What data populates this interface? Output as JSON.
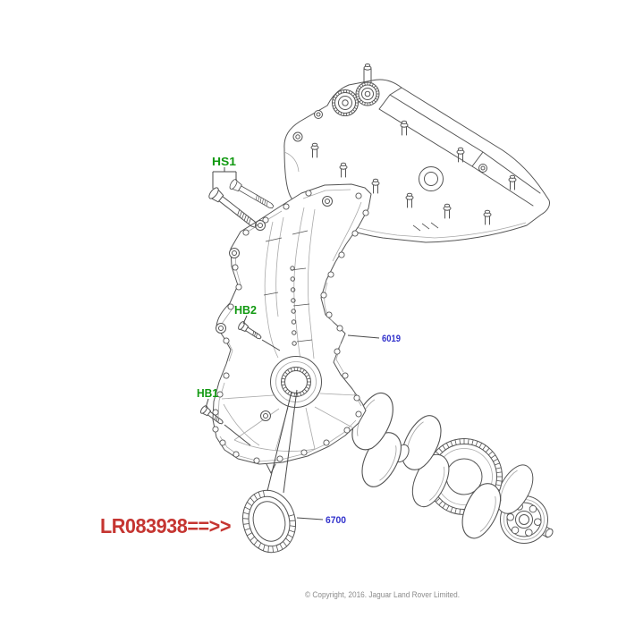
{
  "colors": {
    "label_green": "#119911",
    "label_blue": "#3333cc",
    "label_red": "#c53531",
    "copyright_gray": "#8c8c8c",
    "line_dark": "#555555",
    "line_light": "#a9a9a9",
    "background": "#ffffff"
  },
  "callouts": {
    "hs1": {
      "label": "HS1"
    },
    "hb2": {
      "label": "HB2"
    },
    "hb1": {
      "label": "HB1"
    },
    "part_6019": {
      "label": "6019"
    },
    "part_6700": {
      "label": "6700"
    },
    "highlighted_part": {
      "label": "LR083938==>>"
    }
  },
  "footer": {
    "copyright": "© Copyright, 2016. Jaguar Land Rover Limited."
  }
}
